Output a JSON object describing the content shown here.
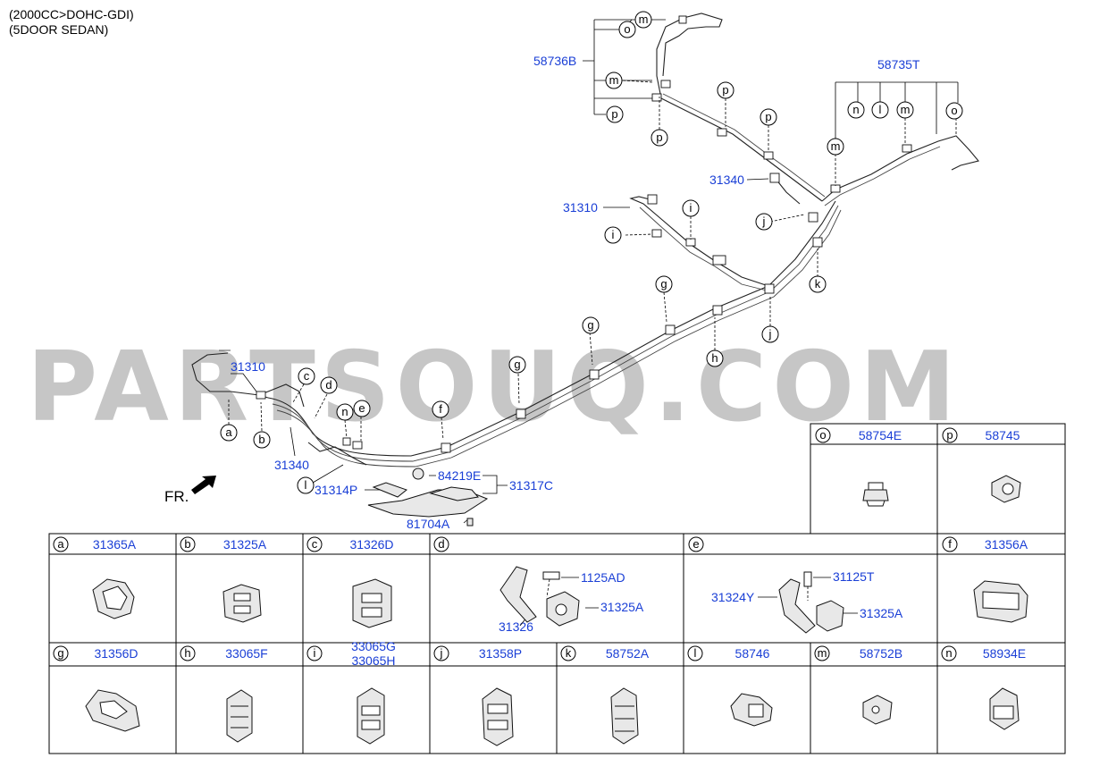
{
  "header": {
    "line1": "(2000CC>DOHC-GDI)",
    "line2": "(5DOOR SEDAN)"
  },
  "watermark": "PARTSOUQ.COM",
  "direction_label": "FR.",
  "callouts": {
    "c58736B": "58736B",
    "c58735T": "58735T",
    "c31340a": "31340",
    "c31310a": "31310",
    "c31310b": "31310",
    "c31340b": "31340",
    "c31314P": "31314P",
    "c84219E": "84219E",
    "c31317C": "31317C",
    "c81704A": "81704A"
  },
  "letters": [
    "a",
    "b",
    "c",
    "d",
    "e",
    "f",
    "g",
    "h",
    "i",
    "j",
    "k",
    "l",
    "m",
    "n",
    "o",
    "p"
  ],
  "cells": [
    {
      "letter": "o",
      "part": "58754E"
    },
    {
      "letter": "p",
      "part": "58745"
    },
    {
      "letter": "a",
      "part": "31365A"
    },
    {
      "letter": "b",
      "part": "31325A"
    },
    {
      "letter": "c",
      "part": "31326D"
    },
    {
      "letter": "d",
      "part": ""
    },
    {
      "letter": "e",
      "part": ""
    },
    {
      "letter": "f",
      "part": "31356A"
    },
    {
      "letter": "g",
      "part": "31356D"
    },
    {
      "letter": "h",
      "part": "33065F"
    },
    {
      "letter": "i",
      "part": "33065G",
      "part2": "33065H"
    },
    {
      "letter": "j",
      "part": "31358P"
    },
    {
      "letter": "k",
      "part": "58752A"
    },
    {
      "letter": "l",
      "part": "58746"
    },
    {
      "letter": "m",
      "part": "58752B"
    },
    {
      "letter": "n",
      "part": "58934E"
    }
  ],
  "cell_d": {
    "p1": "1125AD",
    "p2": "31325A",
    "p3": "31326"
  },
  "cell_e": {
    "p1": "31125T",
    "p2": "31324Y",
    "p3": "31325A"
  }
}
